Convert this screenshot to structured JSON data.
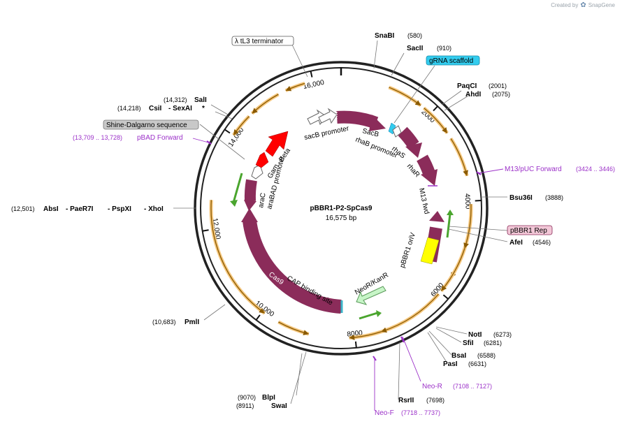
{
  "app": {
    "credit_prefix": "Created by",
    "brand": "SnapGene"
  },
  "map": {
    "name": "pBBR1-P2-SpCas9",
    "size_label": "16,575 bp",
    "length": 16575
  },
  "ticks": [
    {
      "pos": 2000,
      "label": "2000"
    },
    {
      "pos": 4000,
      "label": "4000"
    },
    {
      "pos": 6000,
      "label": "6000"
    },
    {
      "pos": 8000,
      "label": "8000"
    },
    {
      "pos": 10000,
      "label": "10,000"
    },
    {
      "pos": 12000,
      "label": "12,000"
    },
    {
      "pos": 14000,
      "label": "14,000"
    },
    {
      "pos": 16000,
      "label": "16,000"
    }
  ],
  "enzymes": {
    "snabi": {
      "name": "SnaBI",
      "pos": "(580)"
    },
    "sacii": {
      "name": "SacII",
      "pos": "(910)"
    },
    "paqci": {
      "name": "PaqCI",
      "pos": "(2001)"
    },
    "ahdi": {
      "name": "AhdI",
      "pos": "(2075)"
    },
    "bsu36i": {
      "name": "Bsu36I",
      "pos": "(3888)"
    },
    "afei": {
      "name": "AfeI",
      "pos": "(4546)"
    },
    "noti": {
      "name": "NotI",
      "pos": "(6273)"
    },
    "sfii": {
      "name": "SfiI",
      "pos": "(6281)"
    },
    "bsai": {
      "name": "BsaI",
      "pos": "(6588)"
    },
    "pasi": {
      "name": "PasI",
      "pos": "(6631)"
    },
    "rsrii": {
      "name": "RsrII",
      "pos": "(7698)"
    },
    "blpi": {
      "name": "BlpI",
      "pos": "(9070)"
    },
    "swai": {
      "name": "SwaI",
      "pos": "(8911)"
    },
    "pmli": {
      "name": "PmlI",
      "pos": "(10,683)"
    },
    "absi_group": {
      "pos": "(12,501)",
      "n1": "AbsI",
      "n2": "- PaeR7I",
      "n3": "- PspXI",
      "n4": "- XhoI"
    },
    "csii_group": {
      "pos": "(14,218)",
      "n1": "CsiI",
      "n2": "- SexAI",
      "n3": "*"
    },
    "sali": {
      "name": "SalI",
      "pos": "(14,312)"
    }
  },
  "primers": {
    "pbad_fwd": {
      "name": "pBAD Forward",
      "pos": "(13,709 .. 13,728)"
    },
    "m13_fwd_ext": {
      "name": "M13/pUC Forward",
      "pos": "(3424 .. 3446)"
    },
    "neo_r": {
      "name": "Neo-R",
      "pos": "(7108 .. 7127)"
    },
    "neo_f": {
      "name": "Neo-F",
      "pos": "(7718 .. 7737)"
    }
  },
  "boxed_features": {
    "terminator": "λ tL3 terminator",
    "grna": "gRNA scaffold",
    "shine": "Shine-Dalgarno sequence",
    "pbbr1rep": "pBBR1 Rep"
  },
  "features": {
    "sacb_promoter": "sacB promoter",
    "sacb": "SacB",
    "rhab_promoter": "rhaB promoter",
    "rhas": "rhaS",
    "rhar": "rhaR",
    "m13fwd": "M13 fwd",
    "pbbr1_oriv": "pBBR1 oriV",
    "neor": "NeoR/KanR",
    "cap": "CAP binding site",
    "cas9": "Cas9",
    "arac": "araC",
    "arabad": "araBAD promoter",
    "gam": "Gam",
    "beta": "Beta"
  },
  "colors": {
    "backbone": "#222222",
    "orf": "#f5c77f",
    "cds": "#8b2c5a",
    "promoter": "#ffffff",
    "gam": "#ff0000",
    "primer": "#9b30c8",
    "rep_feature": "#ffff00",
    "green_arrow": "#4aa52e",
    "neor": "#c7f5c7",
    "grna": "#33ccee"
  }
}
